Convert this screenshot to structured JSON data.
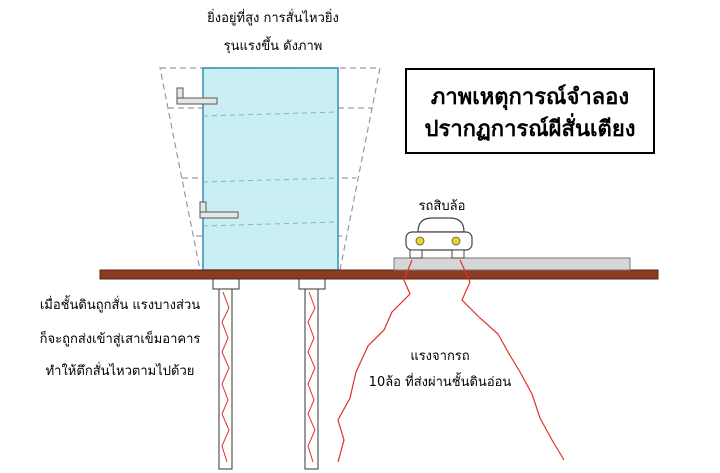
{
  "title": {
    "line1": "ภาพเหตุการณ์จำลอง",
    "line2": "ปรากฏการณ์ผีสั่นเตียง"
  },
  "labels": {
    "top_line1": "ยิ่งอยู่ที่สูง การสั่นไหวยิ่ง",
    "top_line2": "รุนแรงขึ้น ดังภาพ",
    "truck": "รถสิบล้อ",
    "left_line1": "เมื่อชั้นดินถูกสั่น แรงบางส่วน",
    "left_line2": "ก็จะถูกส่งเข้าสู่เสาเข็มอาคาร",
    "left_line3": "ทำให้ตึกสั่นไหวตามไปด้วย",
    "force_line1": "แรงจากรถ",
    "force_line2": "10ล้อ ที่ส่งผ่านชั้นดินอ่อน"
  },
  "colors": {
    "ground": "#8b3a24",
    "building_fill": "#c9eef3",
    "building_stroke": "#2f8fb5",
    "wave": "#e0302a",
    "truck_light": "#e8d42a",
    "road": "#d6d6d6"
  }
}
